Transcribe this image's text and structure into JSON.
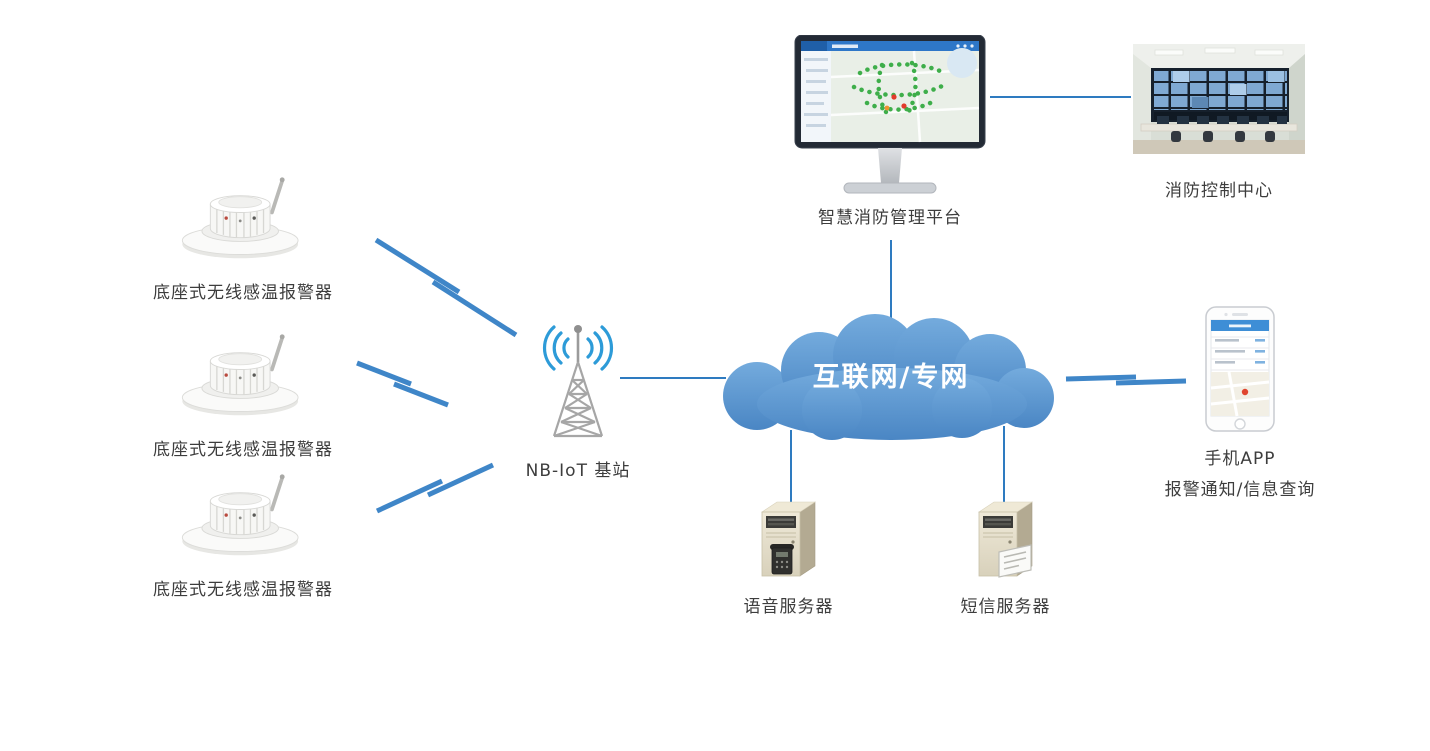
{
  "diagram": {
    "sensors": [
      {
        "label": "底座式无线感温报警器"
      },
      {
        "label": "底座式无线感温报警器"
      },
      {
        "label": "底座式无线感温报警器"
      }
    ],
    "base_station": {
      "label": "NB-IoT 基站"
    },
    "cloud": {
      "label": "互联网/专网"
    },
    "platform": {
      "label": "智慧消防管理平台"
    },
    "control_center": {
      "label": "消防控制中心"
    },
    "phone": {
      "line1": "手机APP",
      "line2": "报警通知/信息查询"
    },
    "voice_server": {
      "label": "语音服务器"
    },
    "sms_server": {
      "label": "短信服务器"
    },
    "colors": {
      "connector_line": "#2e7bc0",
      "lightning_bolt": "#3f86c8",
      "cloud_gradient_top": "#74abdd",
      "cloud_gradient_bottom": "#4a86c4",
      "cloud_text": "#ffffff",
      "label_text": "#3d3d3d",
      "platform_topbar": "#2e77c8",
      "map_dot_green": "#3eae4a",
      "map_dot_red": "#e23b2c"
    }
  }
}
